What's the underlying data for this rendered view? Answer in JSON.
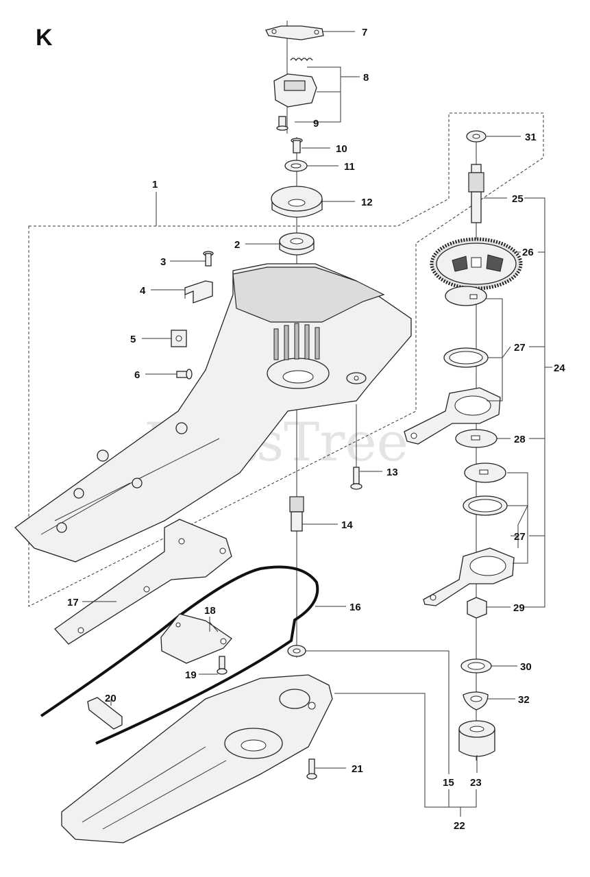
{
  "section_letter": "K",
  "watermark": "PartsTree",
  "callouts": [
    "1",
    "2",
    "3",
    "4",
    "5",
    "6",
    "7",
    "8",
    "9",
    "10",
    "11",
    "12",
    "13",
    "14",
    "15",
    "16",
    "17",
    "18",
    "19",
    "20",
    "21",
    "22",
    "23",
    "24",
    "25",
    "26",
    "27",
    "27",
    "28",
    "29",
    "30",
    "31",
    "32"
  ]
}
